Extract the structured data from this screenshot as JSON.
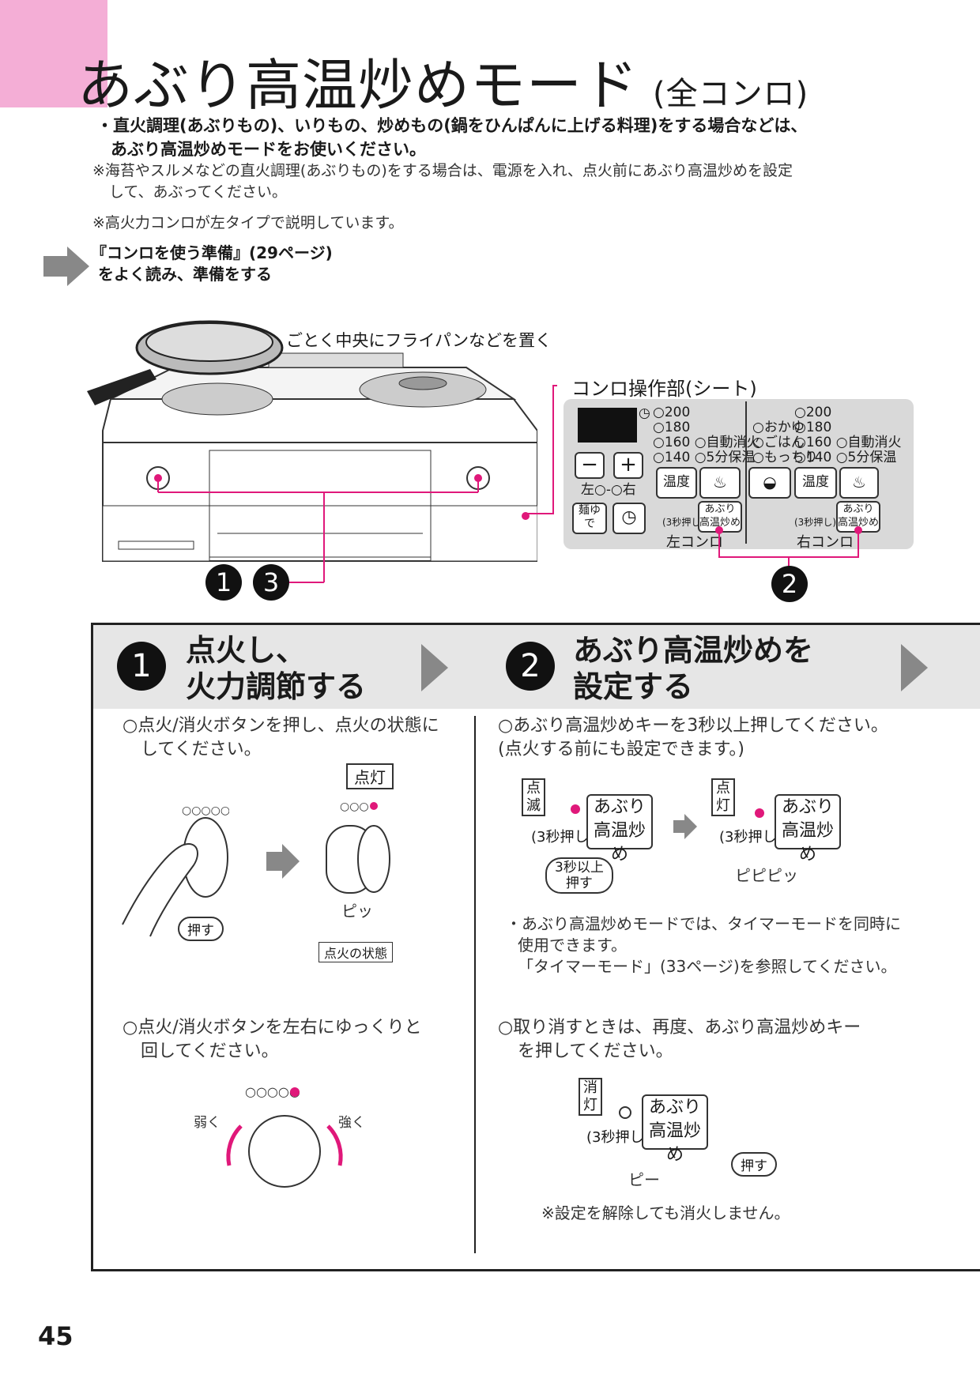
{
  "page": {
    "title": "あぶり高温炒めモード",
    "title_suffix": "(全コンロ)",
    "page_number": "45"
  },
  "intro": {
    "bullet_line1": "・直火調理(あぶりもの)、いりもの、炒めもの(鍋をひんぱんに上げる料理)をする場合などは、",
    "bullet_line2": "あぶり高温炒めモードをお使いください。",
    "note1_line1": "※海苔やスルメなどの直火調理(あぶりもの)をする場合は、電源を入れ、点火前にあぶり高温炒めを設定",
    "note1_line2": "して、あぶってください。",
    "note2": "※高火力コンロが左タイプで説明しています。",
    "prep_line1": "『コンロを使う準備』(29ページ)",
    "prep_line2": "をよく読み、準備をする"
  },
  "diagram": {
    "pan_label": "ごとく中央にフライパンなどを置く",
    "panel_label": "コンロ操作部(シート)",
    "callout_1": "1",
    "callout_3": "3",
    "callout_2": "2",
    "panel": {
      "temps_left": [
        "200",
        "180",
        "160",
        "140"
      ],
      "auto_off": "自動消火",
      "keep_warm": "5分保温",
      "temps_right": [
        "200",
        "180",
        "160",
        "140"
      ],
      "modes_right": [
        "おかゆ",
        "ごはん",
        "もっちり"
      ],
      "minus": "−",
      "plus": "+",
      "lr_select": "左○-○右",
      "noodle_key": "麺ゆで",
      "temp_key": "温度",
      "aburi_key_l1": "あぶり",
      "aburi_key_l2": "高温炒め",
      "press3": "(3秒押し)",
      "left_burner": "左コンロ",
      "right_burner": "右コンロ"
    }
  },
  "step1": {
    "number": "1",
    "title_line1": "点火し、",
    "title_line2": "火力調節する",
    "text1_line1": "○点火/消火ボタンを押し、点火の状態に",
    "text1_line2": "してください。",
    "lit_label": "点灯",
    "push_label": "押す",
    "sound": "ピッ",
    "state_label": "点火の状態",
    "text2_line1": "○点火/消火ボタンを左右にゆっくりと",
    "text2_line2": "回してください。",
    "weak": "弱く",
    "strong": "強く"
  },
  "step2": {
    "number": "2",
    "title_line1": "あぶり高温炒めを",
    "title_line2": "設定する",
    "text1_line1": "○あぶり高温炒めキーを3秒以上押してください。",
    "text1_line2": "(点火する前にも設定できます。)",
    "blink_label": "点滅",
    "lit_label": "点灯",
    "hold_label_l1": "3秒以上",
    "hold_label_l2": "押す",
    "beep": "ピピピッ",
    "bullet_line1": "・あぶり高温炒めモードでは、タイマーモードを同時に",
    "bullet_line2": "使用できます。",
    "bullet_line3": "「タイマーモード」(33ページ)を参照してください。",
    "text2_line1": "○取り消すときは、再度、あぶり高温炒めキー",
    "text2_line2": "を押してください。",
    "off_label": "消灯",
    "push_label": "押す",
    "beep_long": "ピー",
    "note": "※設定を解除しても消火しません。"
  },
  "colors": {
    "accent_pink": "#e0187a",
    "tab_pink": "#f4aed6",
    "gray": "#d9d9d9"
  }
}
